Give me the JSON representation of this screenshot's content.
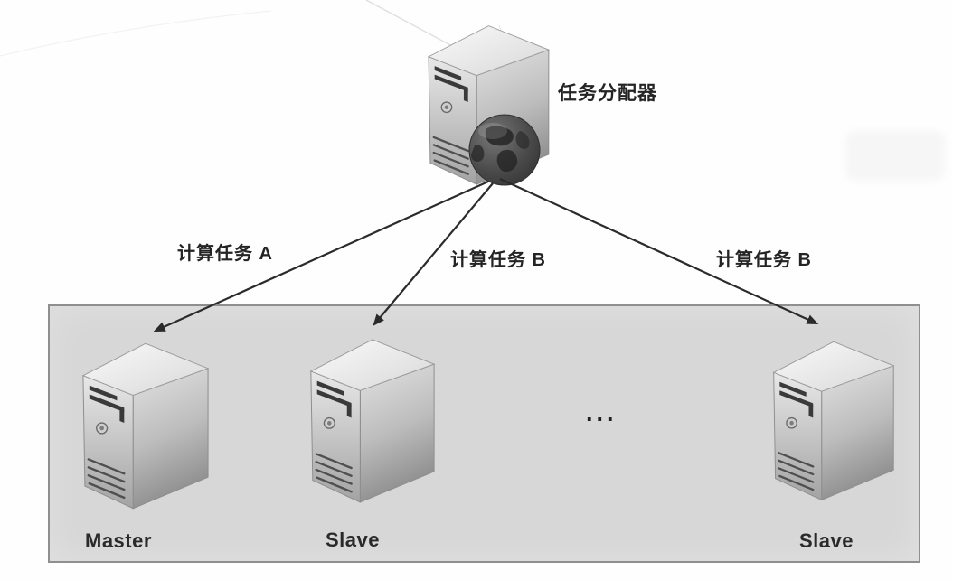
{
  "figure": {
    "distributor_label": "任务分配器",
    "task_labels": [
      "计算任务 A",
      "计算任务 B",
      "计算任务 B"
    ],
    "node_labels": [
      "Master",
      "Slave",
      "Slave"
    ],
    "ellipsis": "..."
  },
  "colors": {
    "cluster_box_fill": "#d7d7d7",
    "cluster_box_border": "#8f8f8f",
    "arrow": "#2b2b2b",
    "label_text": "#1d1d1d"
  }
}
